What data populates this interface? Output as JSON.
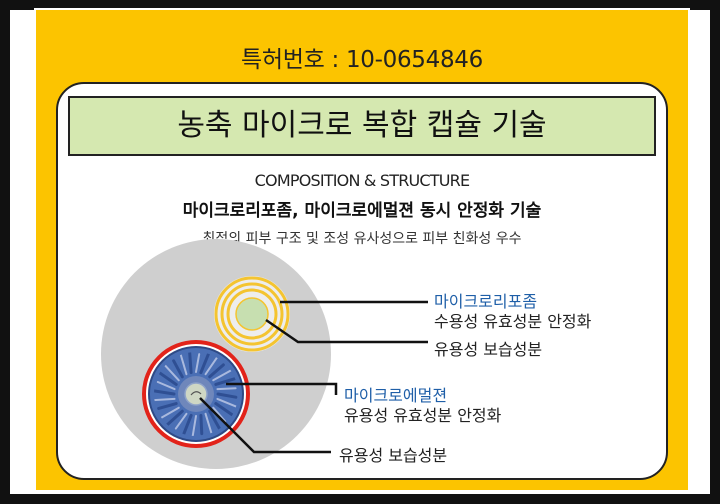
{
  "header": {
    "patent_number": "특허번호 : 10-0654846"
  },
  "banner": {
    "title": "농축 마이크로 복합 캡슐 기술"
  },
  "intro": {
    "composition": "COMPOSITION & STRUCTURE",
    "subtitle": "마이크로리포좀, 마이크로에멀젼 동시 안정화 기술",
    "description": "최적의 피부 구조 및 조성 유사성으로 피부 친화성 우수"
  },
  "liposome": {
    "name": "마이크로리포좀",
    "desc": "수용성 유효성분 안정화",
    "core_label": "유용성 보습성분"
  },
  "emulsion": {
    "name": "마이크로에멀젼",
    "desc": "유용성 유효성분 안정화",
    "core_label": "유용성 보습성분"
  },
  "colors": {
    "frame": "#111111",
    "yellow": "#fcc400",
    "banner": "#d5e8b0",
    "outer_circle": "#cfcfcf",
    "ring_yellow": "#f4c430",
    "ring_red": "#e2231a",
    "emulsion_blue": "#4a6fb5",
    "label_blue": "#1f5fa8"
  }
}
